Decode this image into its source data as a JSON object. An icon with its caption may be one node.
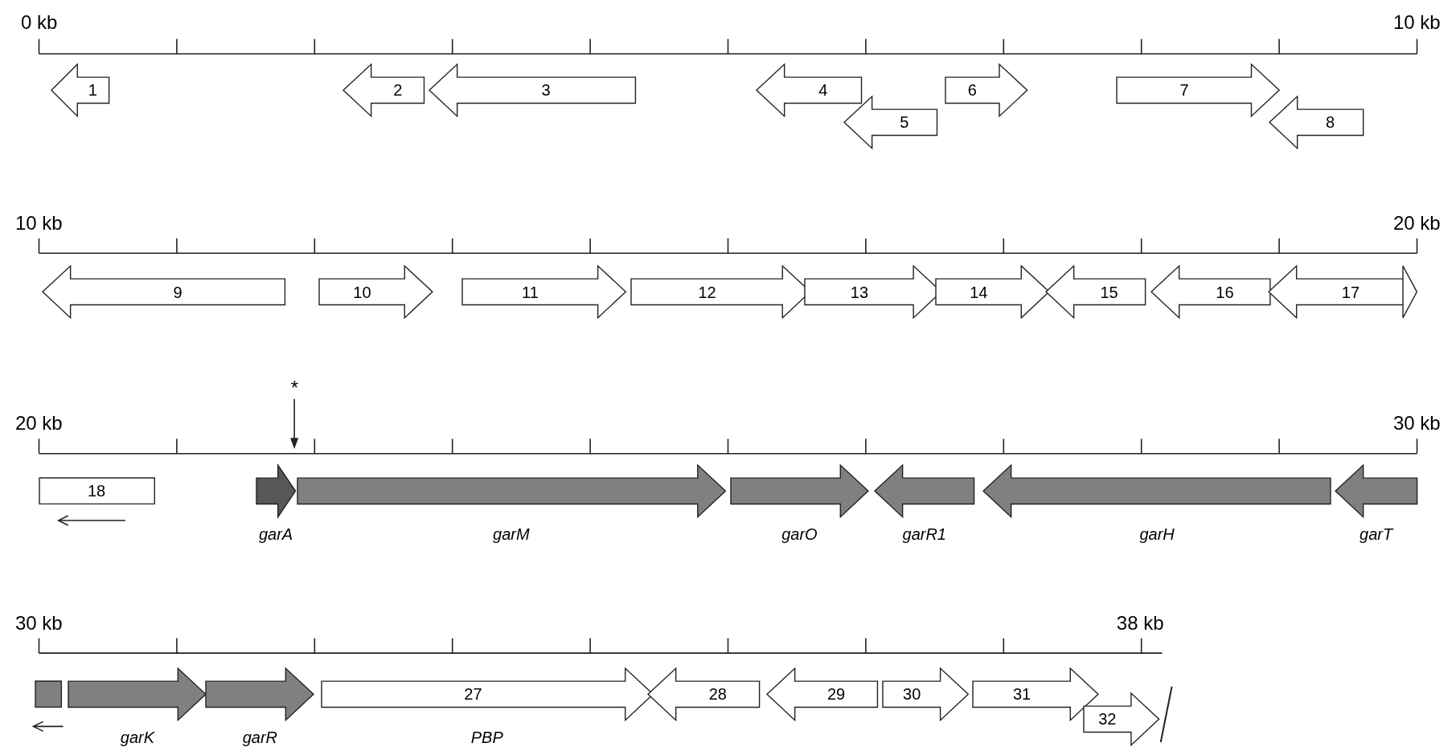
{
  "diagram": {
    "nodes": [
      {
        "text": [
          "1"
        ]
      },
      {
        "text": [
          "2"
        ]
      },
      {
        "text": [
          "3"
        ]
      },
      {
        "text": [
          "4"
        ]
      },
      {
        "text": [
          "5"
        ]
      },
      {
        "text": [
          "6"
        ]
      },
      {
        "text": [
          "7"
        ]
      },
      {
        "text": [
          "8"
        ]
      },
      {
        "text": [
          "9"
        ]
      },
      {
        "text": [
          "10"
        ]
      },
      {
        "text": [
          "11"
        ]
      },
      {
        "text": [
          "12"
        ]
      },
      {
        "text": [
          "13"
        ]
      },
      {
        "text": [
          "14"
        ]
      },
      {
        "text": [
          "15"
        ]
      },
      {
        "text": [
          "16"
        ]
      },
      {
        "text": [
          "17"
        ]
      },
      {
        "text": [],
        "shape": "arrow"
      },
      {
        "text": [
          "18"
        ]
      },
      {
        "text": [
          "garA"
        ]
      },
      {
        "text": [
          "garM"
        ]
      },
      {
        "text": [
          "garO"
        ]
      },
      {
        "text": [
          "garR1"
        ]
      },
      {
        "text": [
          "garH"
        ]
      },
      {
        "text": [
          "garT"
        ]
      },
      {
        "text": [],
        "shape": "box"
      },
      {
        "text": [
          "garK"
        ]
      },
      {
        "text": [
          "garR"
        ]
      },
      {
        "text": [
          "27",
          "PBP"
        ]
      },
      {
        "text": [
          "28"
        ]
      },
      {
        "text": [
          "29"
        ]
      },
      {
        "text": [
          "30"
        ]
      },
      {
        "text": [
          "31"
        ]
      },
      {
        "text": [
          "32"
        ]
      }
    ],
    "labels": [
      "0 kb",
      "10 kb",
      "10 kb",
      "20 kb",
      "*",
      "20 kb",
      "30 kb",
      "30 kb",
      "38 kb"
    ]
  }
}
